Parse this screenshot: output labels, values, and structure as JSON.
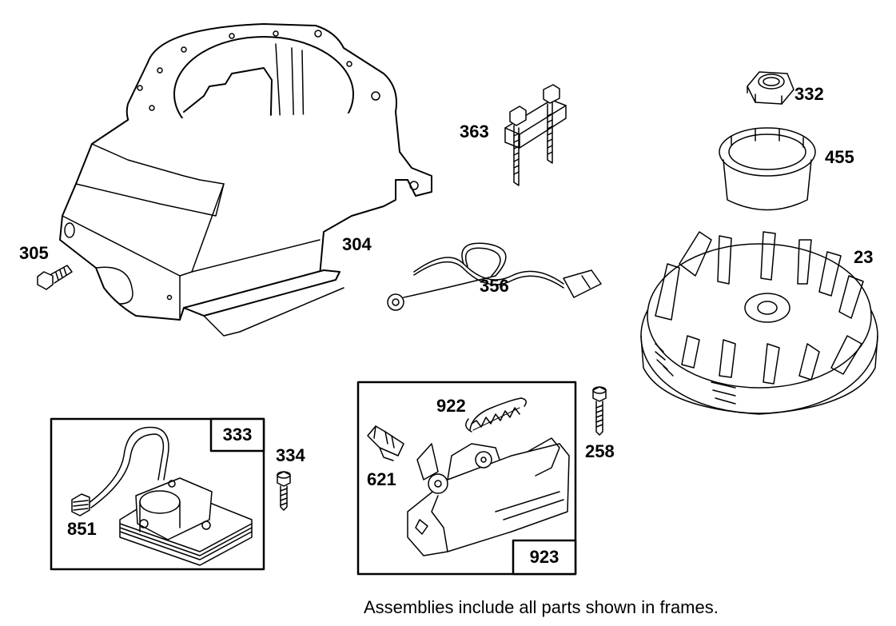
{
  "parts": {
    "p304": "304",
    "p305": "305",
    "p363": "363",
    "p356": "356",
    "p332": "332",
    "p455": "455",
    "p23": "23",
    "p258": "258",
    "p333": "333",
    "p334": "334",
    "p851": "851",
    "p922": "922",
    "p621": "621",
    "p923": "923"
  },
  "footnote": "Assemblies include all parts shown in frames."
}
